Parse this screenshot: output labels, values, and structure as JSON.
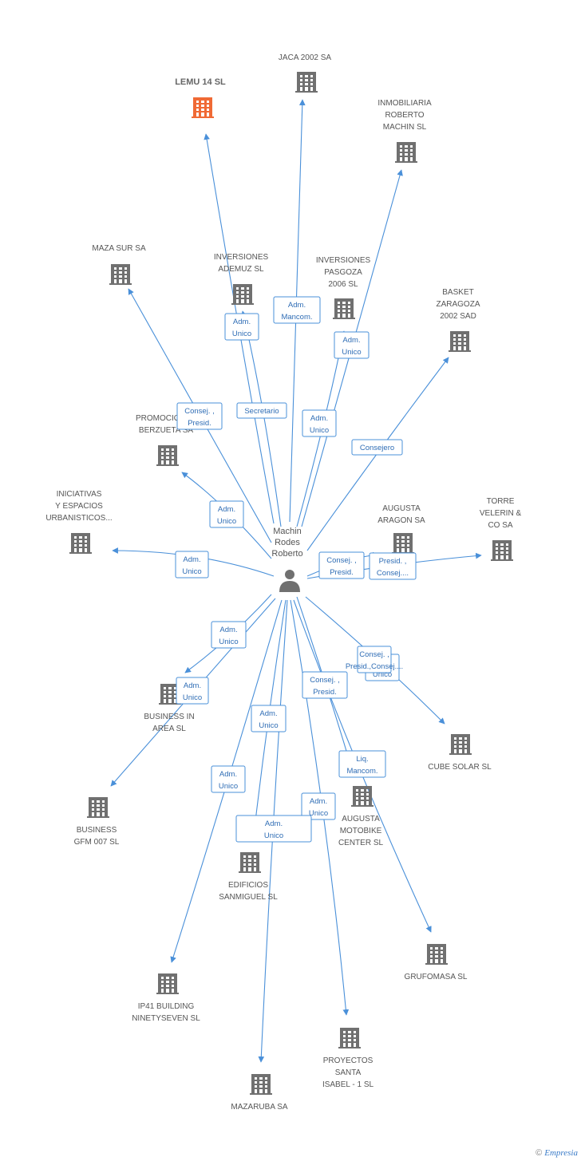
{
  "center": {
    "label_lines": [
      "Machin",
      "Rodes",
      "Roberto"
    ]
  },
  "colors": {
    "edge": "#4a90d9",
    "building": "#707070",
    "building_highlight": "#f06a35",
    "role_text": "#2f6db5"
  },
  "nodes": [
    {
      "id": "lemu",
      "lines": [
        "LEMU 14 SL"
      ],
      "highlight": true
    },
    {
      "id": "jaca",
      "lines": [
        "JACA 2002 SA"
      ]
    },
    {
      "id": "inmob",
      "lines": [
        "INMOBILIARIA",
        "ROBERTO",
        "MACHIN SL"
      ]
    },
    {
      "id": "mazasur",
      "lines": [
        "MAZA SUR SA"
      ]
    },
    {
      "id": "ademuz",
      "lines": [
        "INVERSIONES",
        "ADEMUZ SL"
      ]
    },
    {
      "id": "pasgoza",
      "lines": [
        "INVERSIONES",
        "PASGOZA",
        "2006 SL"
      ]
    },
    {
      "id": "basket",
      "lines": [
        "BASKET",
        "ZARAGOZA",
        "2002 SAD"
      ]
    },
    {
      "id": "berzueta",
      "lines": [
        "PROMOCIONES",
        "BERZUETA SA"
      ]
    },
    {
      "id": "iniciativas",
      "lines": [
        "INICIATIVAS",
        "Y ESPACIOS",
        "URBANISTICOS..."
      ]
    },
    {
      "id": "augusta",
      "lines": [
        "AUGUSTA",
        "ARAGON SA"
      ]
    },
    {
      "id": "torre",
      "lines": [
        "TORRE",
        "VELERIN &",
        "CO SA"
      ]
    },
    {
      "id": "businessarea",
      "lines": [
        "BUSINESS IN",
        "AREA SL"
      ]
    },
    {
      "id": "cube",
      "lines": [
        "CUBE SOLAR SL"
      ]
    },
    {
      "id": "gfm",
      "lines": [
        "BUSINESS",
        "GFM 007 SL"
      ]
    },
    {
      "id": "motobike",
      "lines": [
        "AUGUSTA",
        "MOTOBIKE",
        "CENTER  SL"
      ]
    },
    {
      "id": "edificios",
      "lines": [
        "EDIFICIOS",
        "SANMIGUEL SL"
      ]
    },
    {
      "id": "grufomasa",
      "lines": [
        "GRUFOMASA SL"
      ]
    },
    {
      "id": "ip41",
      "lines": [
        "IP41 BUILDING",
        "NINETYSEVEN SL"
      ]
    },
    {
      "id": "proyectos",
      "lines": [
        "PROYECTOS",
        "SANTA",
        "ISABEL -  1 SL"
      ]
    },
    {
      "id": "mazaruba",
      "lines": [
        "MAZARUBA SA"
      ]
    }
  ],
  "roles": [
    {
      "lines": [
        "Adm.",
        "Unico"
      ]
    },
    {
      "lines": [
        "Adm.",
        "Mancom."
      ]
    },
    {
      "lines": [
        "Adm.",
        "Unico"
      ]
    },
    {
      "lines": [
        "Consej. ,",
        "Presid."
      ]
    },
    {
      "lines": [
        "Secretario"
      ]
    },
    {
      "lines": [
        "Adm.",
        "Unico"
      ]
    },
    {
      "lines": [
        "Consejero"
      ]
    },
    {
      "lines": [
        "Adm.",
        "Unico"
      ]
    },
    {
      "lines": [
        "Adm.",
        "Unico"
      ]
    },
    {
      "lines": [
        "Consej. ,",
        "Presid."
      ]
    },
    {
      "lines": [
        "Presid. ,",
        "Consej...."
      ]
    },
    {
      "lines": [
        "Adm.",
        "Unico"
      ]
    },
    {
      "lines": [
        "Adm.",
        "Unico"
      ]
    },
    {
      "lines": [
        "Adm.",
        "Unico"
      ]
    },
    {
      "lines": [
        "Socio",
        "Único"
      ]
    },
    {
      "lines": [
        "Consej. ,",
        "Presid."
      ]
    },
    {
      "lines": [
        "Adm.",
        "Unico"
      ]
    },
    {
      "lines": [
        "Adm.",
        "Unico"
      ]
    },
    {
      "lines": [
        "Liq.",
        "Mancom."
      ]
    },
    {
      "lines": [
        "Adm.",
        "Unico"
      ]
    },
    {
      "lines": [
        "Consej. ,",
        "Presid.,Consej...."
      ]
    }
  ],
  "footer": {
    "copyright": "©",
    "brand": "Empresia"
  }
}
